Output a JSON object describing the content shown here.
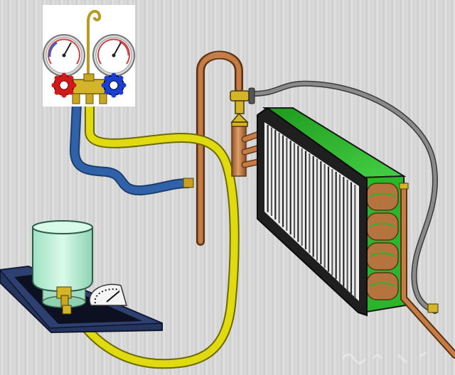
{
  "diagram": {
    "components": [
      {
        "id": "manifold-gauge-set",
        "label": ""
      },
      {
        "id": "low-side-gauge",
        "label": ""
      },
      {
        "id": "high-side-gauge",
        "label": ""
      },
      {
        "id": "blue-hose",
        "label": ""
      },
      {
        "id": "yellow-hose",
        "label": ""
      },
      {
        "id": "gray-hose",
        "label": ""
      },
      {
        "id": "copper-suction-line",
        "label": ""
      },
      {
        "id": "service-valve",
        "label": ""
      },
      {
        "id": "evaporator-coil",
        "label": ""
      },
      {
        "id": "refrigerant-scale",
        "label": ""
      },
      {
        "id": "refrigerant-cylinder",
        "label": ""
      }
    ],
    "colors": {
      "background": "#d5d5d5",
      "blue_hose": "#2f62a8",
      "yellow_hose": "#d8d200",
      "gray_hose": "#777777",
      "copper": "#c57c45",
      "coil_frame": "#2a2a2a",
      "coil_green": "#2bb52b",
      "scale_base": "#25355f",
      "cylinder": "#bff0d6",
      "gauge_red": "#d01a1a",
      "gauge_blue": "#1a3fd0",
      "brass": "#d4b52a"
    }
  }
}
